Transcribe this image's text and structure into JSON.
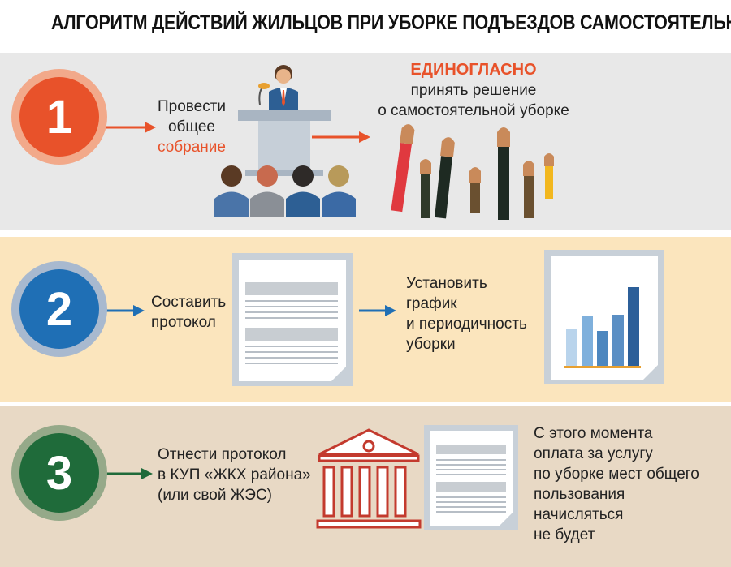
{
  "title": "АЛГОРИТМ ДЕЙСТВИЙ ЖИЛЬЦОВ ПРИ УБОРКЕ ПОДЪЕЗДОВ САМОСТОЯТЕЛЬНО",
  "colors": {
    "step1": "#e8522a",
    "step2": "#1f6fb5",
    "step3": "#1f6b3a"
  },
  "steps": [
    {
      "number": "1",
      "action_line1": "Провести",
      "action_line2": "общее",
      "action_line3": "собрание",
      "result_emph": "ЕДИНОГЛАСНО",
      "result_line1": "принять решение",
      "result_line2": "о самостоятельной уборке",
      "icons": [
        "speaker-podium-icon",
        "audience-icon",
        "raised-hands-icon"
      ]
    },
    {
      "number": "2",
      "action_line1": "Составить",
      "action_line2": "протокол",
      "result_line1": "Установить",
      "result_line2": "график",
      "result_line3": "и периодичность",
      "result_line4": "уборки",
      "icons": [
        "document-icon",
        "bar-chart-document-icon"
      ]
    },
    {
      "number": "3",
      "action_line1": "Отнести протокол",
      "action_line2": "в КУП «ЖКХ района»",
      "action_line3": "(или свой ЖЭС)",
      "result_line1": "С этого момента",
      "result_line2": "оплата за услугу",
      "result_line3": "по уборке мест общего",
      "result_line4": "пользования",
      "result_line5": "начисляться",
      "result_line6": "не будет",
      "icons": [
        "government-building-icon",
        "document-icon"
      ]
    }
  ]
}
